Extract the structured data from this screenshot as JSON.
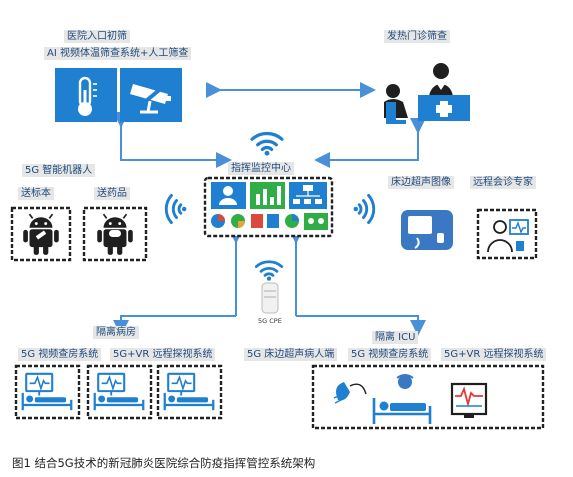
{
  "labels": {
    "entrance_title": "医院入口初筛",
    "entrance_sub": "AI 视频体温筛查系统+人工筛查",
    "fever_clinic": "发热门诊筛查",
    "command_center": "指挥监控中心",
    "robot": "5G 智能机器人",
    "robot_sample": "送标本",
    "robot_medicine": "送药品",
    "ultrasound_image": "床边超声图像",
    "remote_expert": "远程会诊专家",
    "cpe": "5G CPE",
    "isolation_ward": "隔离病房",
    "ward_video": "5G 视频查房系统",
    "ward_vr": "5G+VR 远程探视系统",
    "isolation_icu": "隔离 ICU",
    "icu_ultrasound": "5G 床边超声病人端",
    "icu_video": "5G 视频查房系统",
    "icu_vr": "5G+VR 远程探视系统"
  },
  "caption": "图1   结合5G技术的新冠肺炎医院综合防疫指挥管控系统架构",
  "colors": {
    "accent_blue": "#1f7fd0",
    "arrow_blue": "#4a90d9",
    "label_bg": "#e6e6e6",
    "label_text": "#1f4a7a",
    "monitor_green": "#2fae47",
    "monitor_red": "#d94a3a",
    "ecg_red": "#e53935"
  },
  "icons": [
    "thermometer-icon",
    "surveillance-camera-icon",
    "doctor-consultation-icon",
    "wifi-icon",
    "android-robot-icon",
    "dashboard-screen-icon",
    "ultrasound-device-icon",
    "remote-doctor-icon",
    "cpe-router-icon",
    "ward-monitor-bed-icon",
    "ultrasound-probe-icon",
    "icu-patient-bed-icon",
    "vital-signs-monitor-icon"
  ]
}
